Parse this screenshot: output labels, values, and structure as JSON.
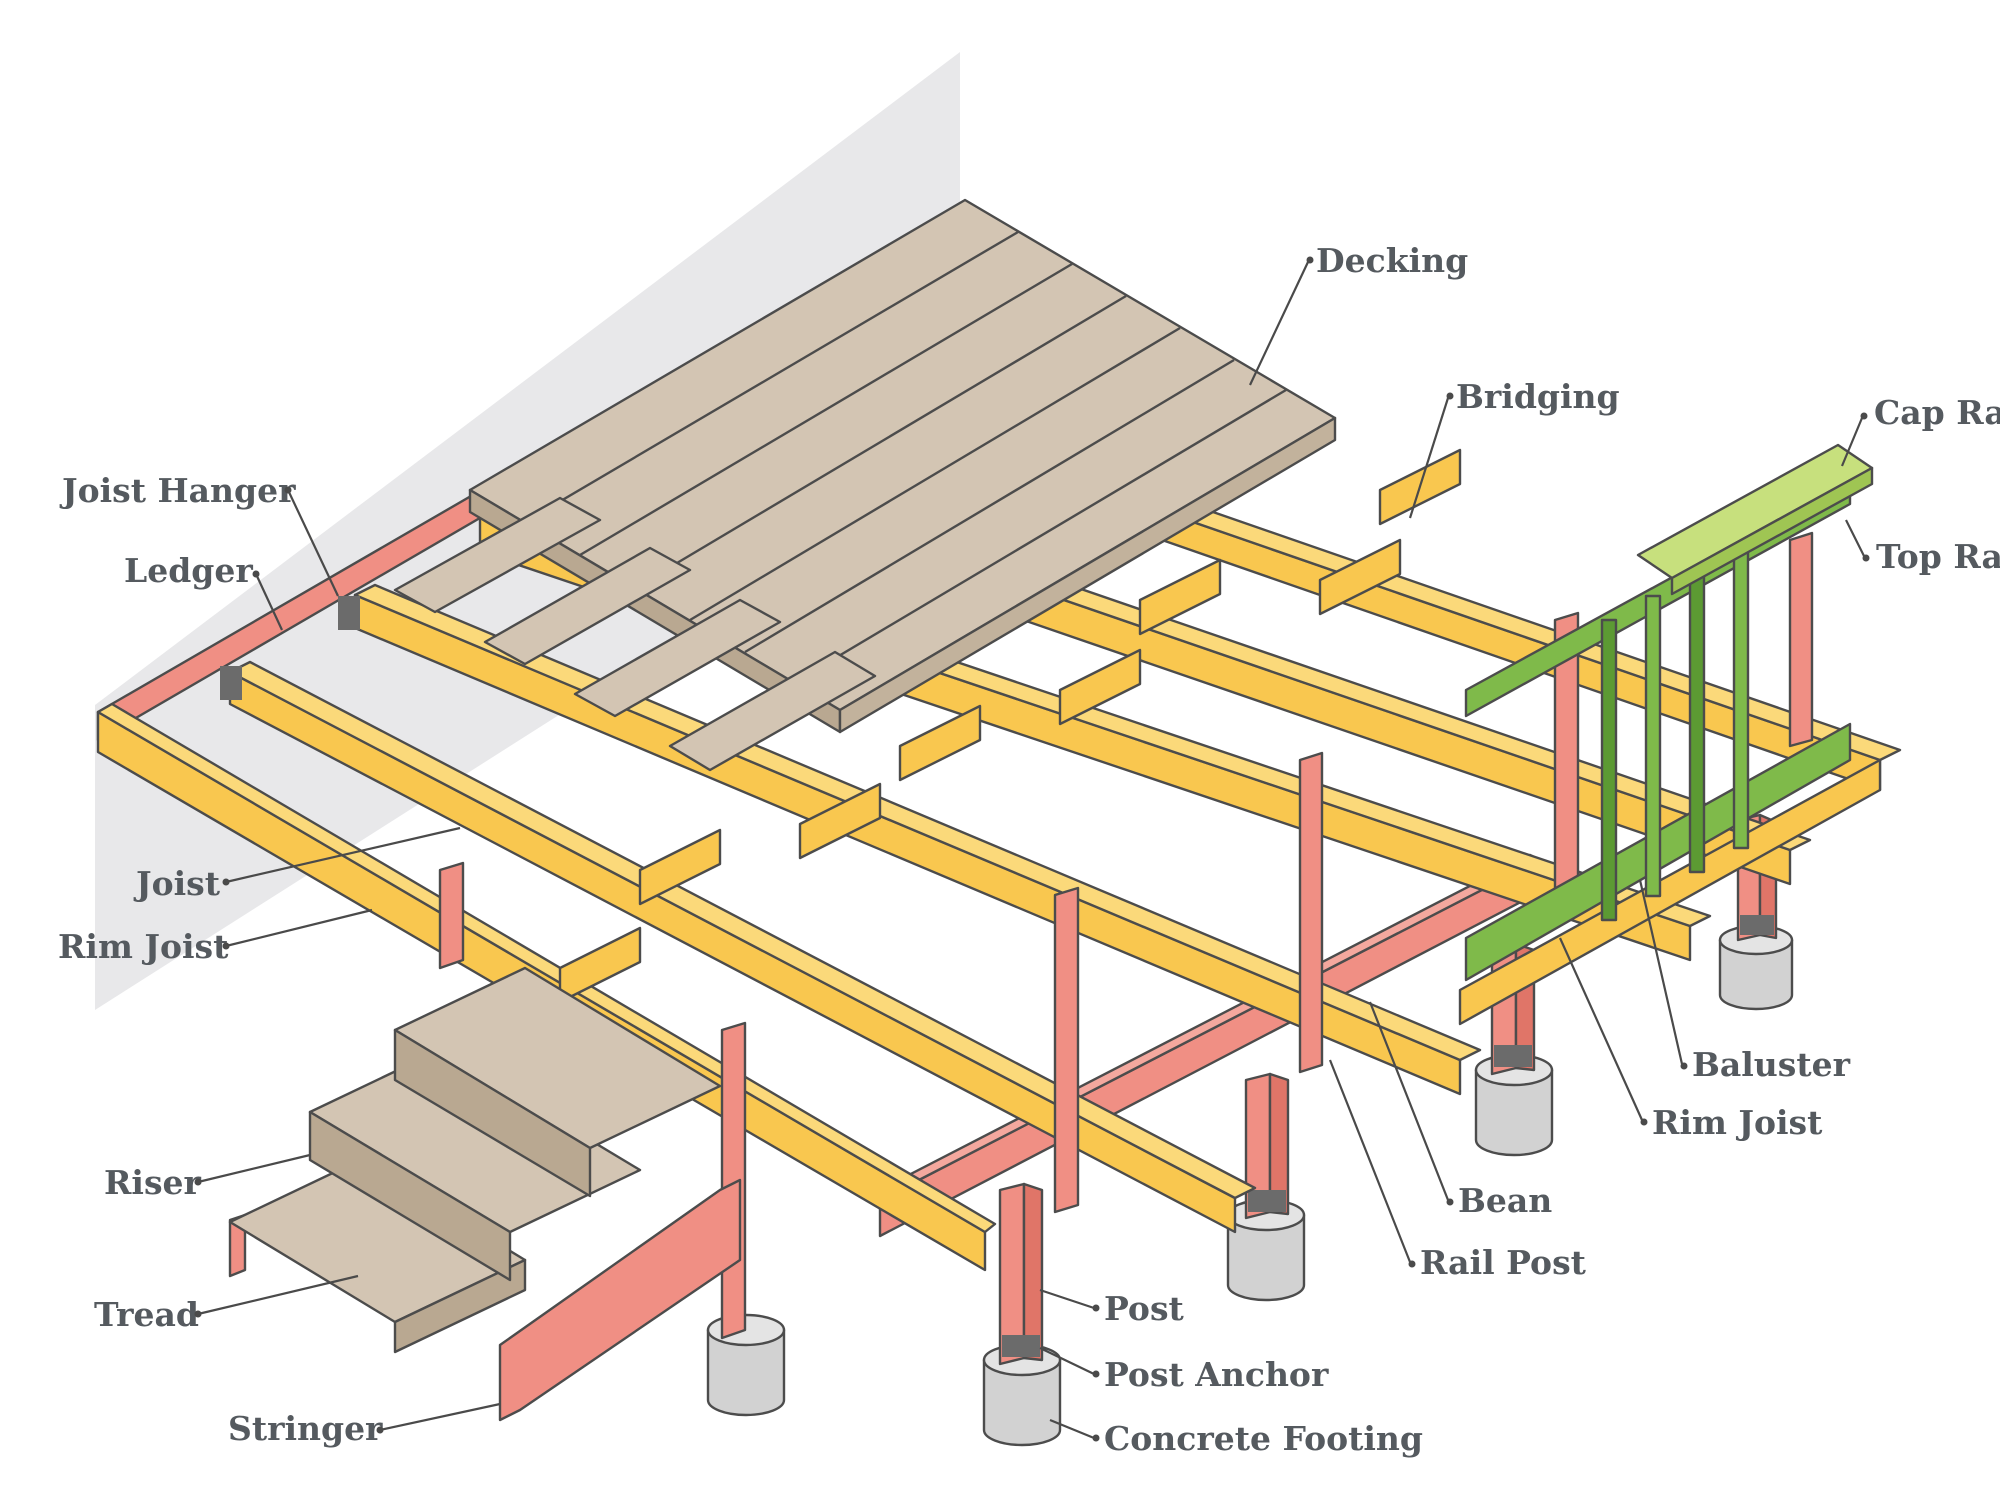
{
  "labels": {
    "decking": "Decking",
    "bridging": "Bridging",
    "cap_rail": "Cap Rai",
    "top_rail": "Top Rai",
    "joist_hanger": "Joist Hanger",
    "ledger": "Ledger",
    "joist": "Joist",
    "rim_joist_left": "Rim Joist",
    "riser": "Riser",
    "tread": "Tread",
    "stringer": "Stringer",
    "post": "Post",
    "post_anchor": "Post Anchor",
    "concrete_footing": "Concrete Footing",
    "bean": "Bean",
    "rail_post": "Rail Post",
    "baluster": "Baluster",
    "rim_joist_right": "Rim Joist"
  },
  "colors": {
    "joist_top": "#f9c74f",
    "joist_side": "#f2a93b",
    "beam": "#f08f84",
    "beam_dark": "#e07568",
    "decking_top": "#d3c5b3",
    "decking_side": "#b9a891",
    "railing": "#7fba4a",
    "railing_dark": "#5c9a33",
    "cap_rail": "#c7e07d",
    "concrete": "#d2d2d2",
    "concrete_dark": "#a9a9a9",
    "anchor": "#6b6b6b",
    "wall": "#e8e8ea",
    "label": "#555a5f",
    "leader": "#4a4a4a"
  }
}
